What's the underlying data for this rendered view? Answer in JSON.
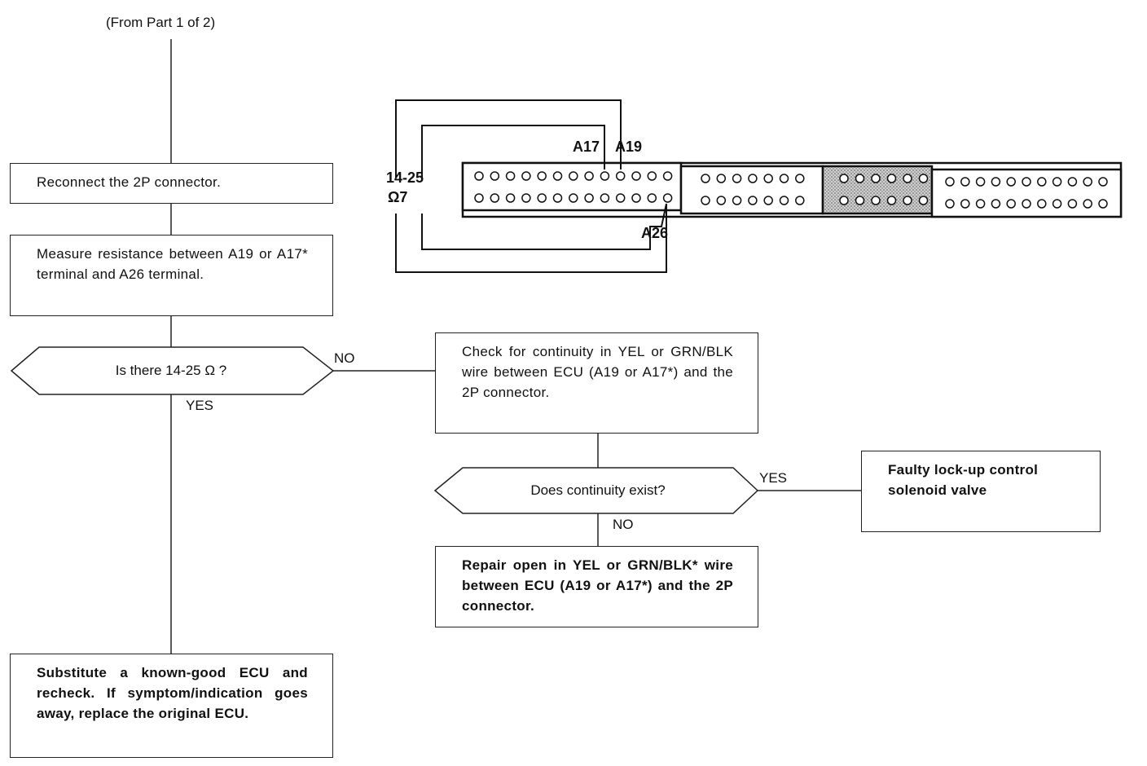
{
  "header": {
    "from_part": "(From Part 1 of 2)"
  },
  "steps": {
    "reconnect": "Reconnect the 2P connector.",
    "measure": "Measure resistance between A19 or A17* terminal and A26 terminal.",
    "decision_resistance": "Is there 14-25 Ω ?",
    "check_continuity": "Check for continuity in YEL or GRN/BLK wire between ECU (A19 or A17*) and the 2P connector.",
    "decision_continuity": "Does continuity exist?",
    "faulty_solenoid": "Faulty lock-up control solenoid valve",
    "repair_open": "Repair open in YEL or GRN/BLK* wire between ECU (A19 or A17*) and the 2P connector.",
    "substitute_ecu": "Substitute a known-good ECU and recheck. If symptom/indication goes away, replace the original ECU."
  },
  "branch_labels": {
    "no_1": "NO",
    "yes_1": "YES",
    "yes_2": "YES",
    "no_2": "NO"
  },
  "connector_diagram": {
    "terminal_a17": "A17",
    "terminal_a19": "A19",
    "terminal_a26": "A26",
    "meter_range": "14-25",
    "meter_unit": "Ω7"
  }
}
